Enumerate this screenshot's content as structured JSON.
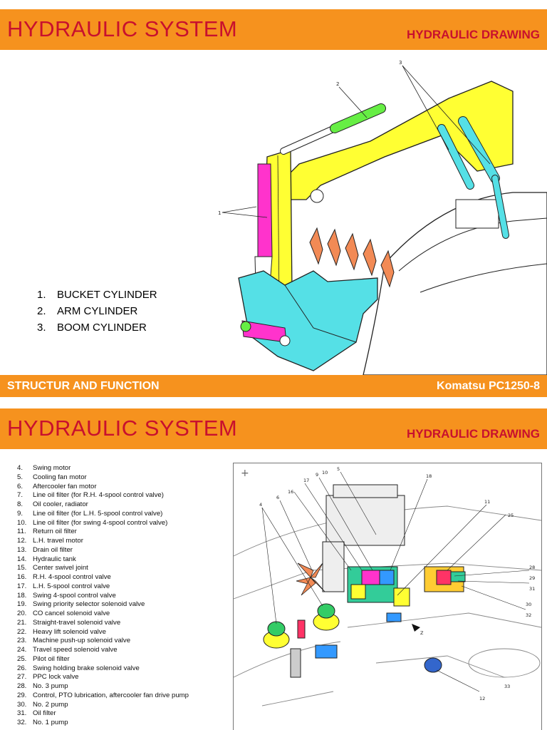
{
  "slide1": {
    "header": {
      "title": "HYDRAULIC SYSTEM",
      "subtitle": "HYDRAULIC DRAWING"
    },
    "callouts": [
      "3",
      "2",
      "1"
    ],
    "legend": [
      {
        "num": "1.",
        "label": "BUCKET CYLINDER"
      },
      {
        "num": "2.",
        "label": "ARM CYLINDER"
      },
      {
        "num": "3.",
        "label": "BOOM CYLINDER"
      }
    ],
    "footer": {
      "left": "STRUCTUR AND FUNCTION",
      "right": "Komatsu PC1250-8"
    },
    "colors": {
      "header_bg": "#f6921e",
      "title": "#c8102e",
      "boom": "#ffff33",
      "bucket": "#55e0e6",
      "bucket_cyl": "#ff33cc",
      "arm_cyl": "#66ee44",
      "teeth": "#f28a55"
    }
  },
  "slide2": {
    "header": {
      "title": "HYDRAULIC SYSTEM",
      "subtitle": "HYDRAULIC DRAWING"
    },
    "parts": [
      {
        "num": "4.",
        "label": "Swing motor"
      },
      {
        "num": "5.",
        "label": "Cooling fan motor"
      },
      {
        "num": "6.",
        "label": "Aftercooler fan motor"
      },
      {
        "num": "7.",
        "label": "Line oil filter (for R.H. 4-spool control valve)"
      },
      {
        "num": "8.",
        "label": "Oil cooler, radiator"
      },
      {
        "num": "9.",
        "label": "Line oil filter (for L.H. 5-spool control valve)"
      },
      {
        "num": "10.",
        "label": "Line oil filter (for swing 4-spool control valve)"
      },
      {
        "num": "11.",
        "label": "Return oil filter"
      },
      {
        "num": "12.",
        "label": "L.H. travel motor"
      },
      {
        "num": "13.",
        "label": "Drain oil filter"
      },
      {
        "num": "14.",
        "label": "Hydraulic tank"
      },
      {
        "num": "15.",
        "label": "Center swivel joint"
      },
      {
        "num": "16.",
        "label": "R.H. 4-spool control valve"
      },
      {
        "num": "17.",
        "label": "L.H. 5-spool control valve"
      },
      {
        "num": "18.",
        "label": "Swing 4-spool control valve"
      },
      {
        "num": "19.",
        "label": "Swing priority selector solenoid valve"
      },
      {
        "num": "20.",
        "label": "CO cancel solenoid valve"
      },
      {
        "num": "21.",
        "label": "Straight-travel solenoid valve"
      },
      {
        "num": "22.",
        "label": "Heavy lift solenoid valve"
      },
      {
        "num": "23.",
        "label": "Machine push-up solenoid valve"
      },
      {
        "num": "24.",
        "label": "Travel speed solenoid valve"
      },
      {
        "num": "25.",
        "label": "Pilot oil filter"
      },
      {
        "num": "26.",
        "label": "Swing holding brake solenoid valve"
      },
      {
        "num": "27.",
        "label": "PPC lock valve"
      },
      {
        "num": "28.",
        "label": "No. 3 pump"
      },
      {
        "num": "29.",
        "label": "Control, PTO lubrication, aftercooler fan drive pump"
      },
      {
        "num": "30.",
        "label": "No. 2 pump"
      },
      {
        "num": "31.",
        "label": "Oil filter"
      },
      {
        "num": "32.",
        "label": "No. 1 pump"
      }
    ],
    "callouts": [
      "4",
      "6",
      "16",
      "17",
      "9",
      "10",
      "5",
      "18",
      "11",
      "25",
      "28",
      "29",
      "31",
      "30",
      "32",
      "33",
      "12",
      "Z"
    ]
  }
}
